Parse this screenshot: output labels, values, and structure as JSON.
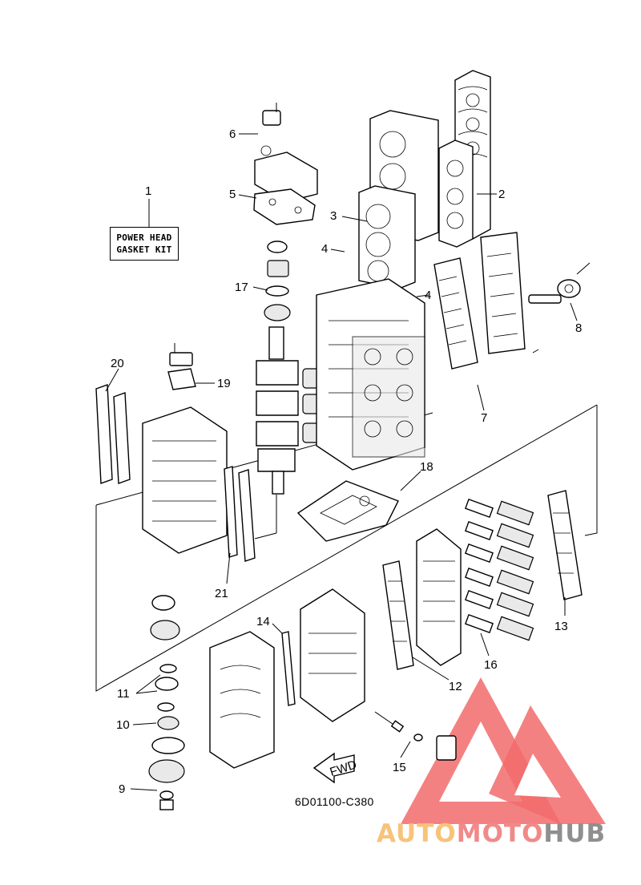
{
  "diagram": {
    "callouts": [
      {
        "id": "1",
        "label": "1"
      },
      {
        "id": "2",
        "label": "2"
      },
      {
        "id": "3",
        "label": "3"
      },
      {
        "id": "4a",
        "label": "4"
      },
      {
        "id": "4b",
        "label": "4"
      },
      {
        "id": "5",
        "label": "5"
      },
      {
        "id": "6",
        "label": "6"
      },
      {
        "id": "7",
        "label": "7"
      },
      {
        "id": "8",
        "label": "8"
      },
      {
        "id": "9",
        "label": "9"
      },
      {
        "id": "10",
        "label": "10"
      },
      {
        "id": "11",
        "label": "11"
      },
      {
        "id": "12",
        "label": "12"
      },
      {
        "id": "13",
        "label": "13"
      },
      {
        "id": "14",
        "label": "14"
      },
      {
        "id": "15",
        "label": "15"
      },
      {
        "id": "16",
        "label": "16"
      },
      {
        "id": "17",
        "label": "17"
      },
      {
        "id": "18",
        "label": "18"
      },
      {
        "id": "19",
        "label": "19"
      },
      {
        "id": "20",
        "label": "20"
      },
      {
        "id": "21",
        "label": "21"
      }
    ],
    "kit_box": {
      "line1": "POWER HEAD",
      "line2": "GASKET KIT"
    },
    "fwd_label": "FWD",
    "drawing_code": "6D01100-C380"
  },
  "watermark": {
    "part1": "AUTO",
    "part2": "MOTO",
    "part3": "HUB",
    "colors": {
      "part1": "#f7c37a",
      "part2": "#f08a8a",
      "part3": "#8f8f8f",
      "logo": "#f26b6b"
    }
  }
}
